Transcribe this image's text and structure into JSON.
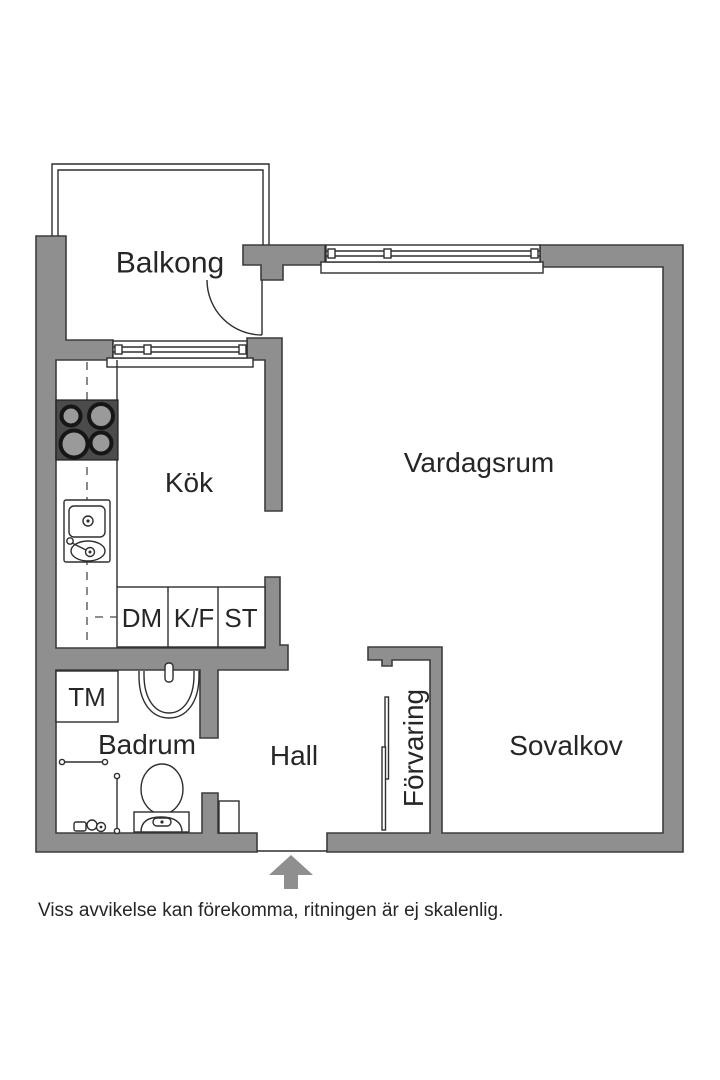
{
  "floorplan": {
    "rooms": {
      "balcony": "Balkong",
      "kitchen": "Kök",
      "living_room": "Vardagsrum",
      "bathroom": "Badrum",
      "hall": "Hall",
      "storage": "Förvaring",
      "sleeping_alcove": "Sovalkov"
    },
    "appliances": {
      "dishwasher": "DM",
      "fridge_freezer": "K/F",
      "tall_cabinet": "ST",
      "washing_machine": "TM"
    },
    "caption": "Viss avvikelse kan förekomma, ritningen är ej skalenlig.",
    "colors": {
      "wall": "#8f8f8f",
      "wall_outline": "#3d3d3d",
      "stove_panel": "#4b4b4b",
      "burner": "#9a9a9a",
      "text": "#262626",
      "arrow": "#8f8f8f"
    }
  }
}
